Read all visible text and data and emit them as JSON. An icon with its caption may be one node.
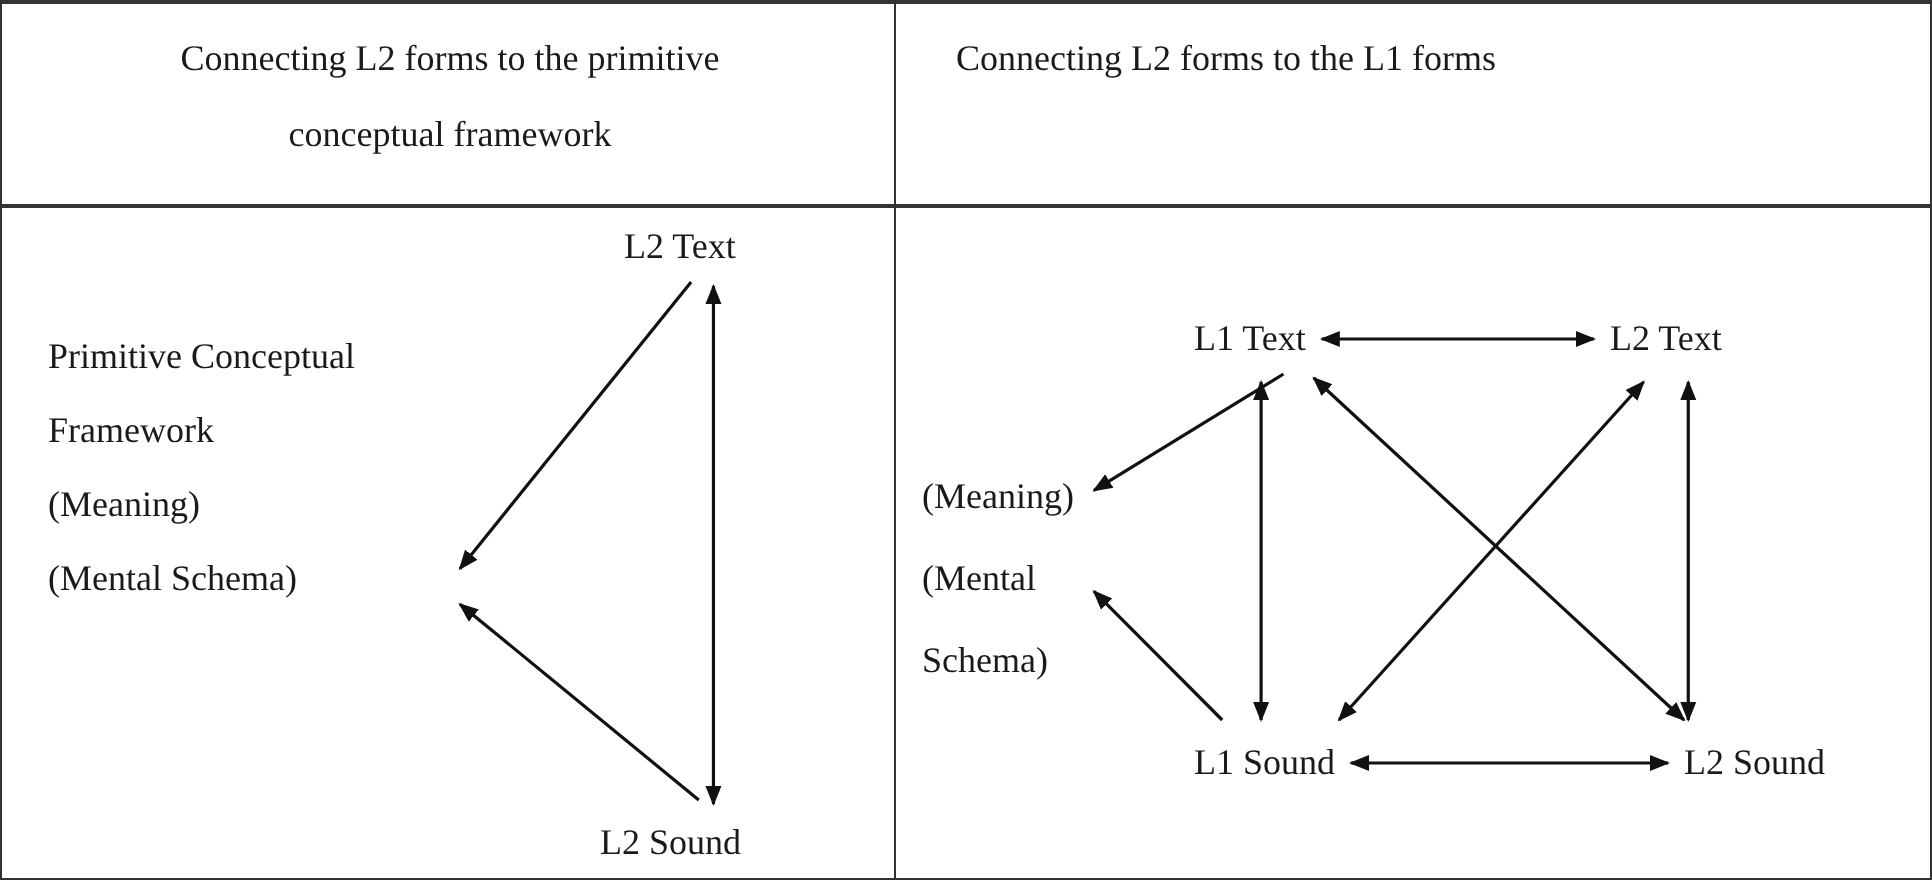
{
  "diagram": {
    "nodes": [
      {
        "text": [
          "L2 Text"
        ]
      },
      {
        "text": [
          "Primitive Conceptual Framework",
          "(Meaning)",
          "(Mental Schema)"
        ]
      },
      {
        "text": [
          "L2 Sound"
        ]
      },
      {
        "text": [
          "L1 Text"
        ]
      },
      {
        "text": [
          "L2 Text"
        ]
      },
      {
        "text": [
          "(Meaning)",
          "(Mental Schema)"
        ]
      },
      {
        "text": [
          "L1 Sound"
        ]
      },
      {
        "text": [
          "L2 Sound"
        ]
      }
    ],
    "edges": [
      {
        "from": 0,
        "to": 1,
        "arrow": "to"
      },
      {
        "from": 0,
        "to": 2,
        "arrow": "both"
      },
      {
        "from": 2,
        "to": 1,
        "arrow": "to"
      },
      {
        "from": 3,
        "to": 4,
        "arrow": "both"
      },
      {
        "from": 3,
        "to": 5,
        "arrow": "to"
      },
      {
        "from": 3,
        "to": 6,
        "arrow": "both"
      },
      {
        "from": 3,
        "to": 7,
        "arrow": "both"
      },
      {
        "from": 4,
        "to": 6,
        "arrow": "both"
      },
      {
        "from": 4,
        "to": 7,
        "arrow": "both"
      },
      {
        "from": 6,
        "to": 5,
        "arrow": "to"
      },
      {
        "from": 6,
        "to": 7,
        "arrow": "both"
      }
    ],
    "labels": [
      "Connecting L2 forms to the primitive conceptual framework",
      "Connecting L2 forms to the L1 forms"
    ]
  }
}
